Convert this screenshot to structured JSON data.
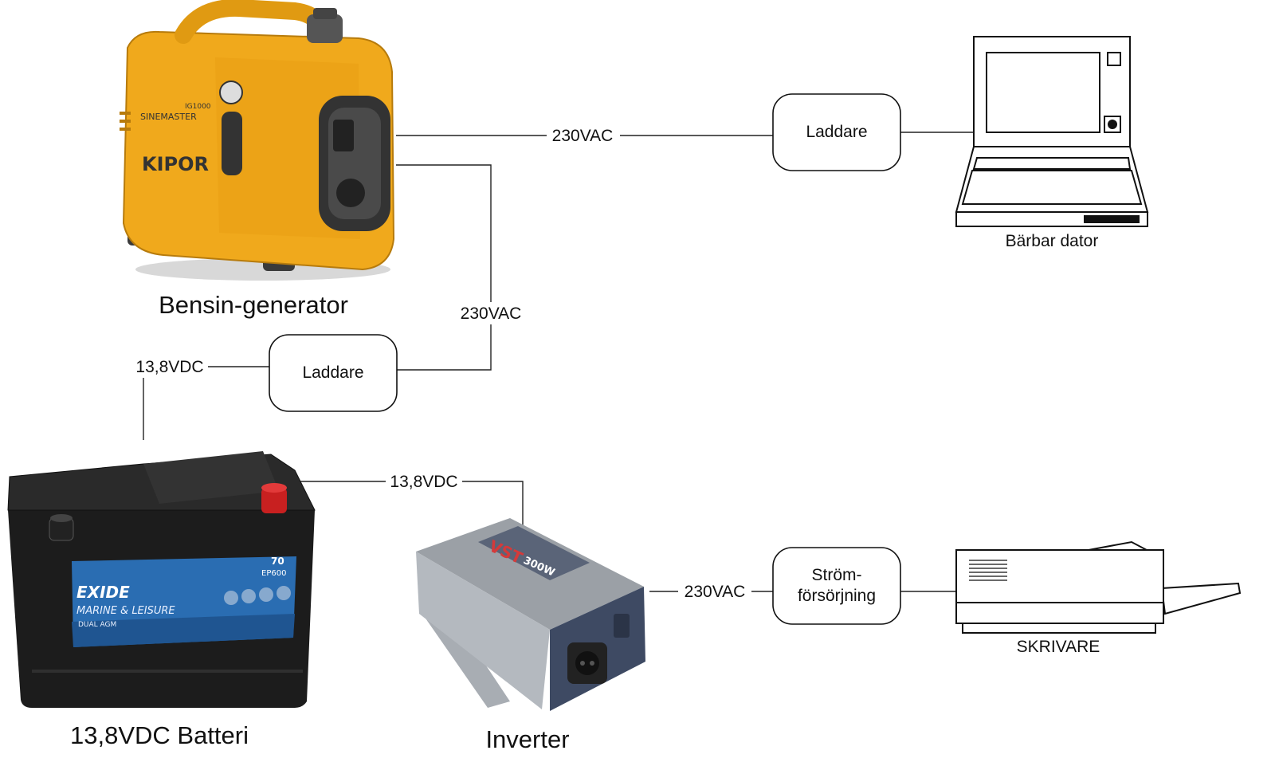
{
  "devices": {
    "generator": {
      "label": "Bensin-generator",
      "brand": "KIPOR",
      "model_text": "IG1000",
      "series_text": "SINEMASTER"
    },
    "battery": {
      "label": "13,8VDC Batteri",
      "brand": "EXIDE",
      "line_text": "MARINE & LEISURE",
      "type_text": "DUAL AGM",
      "model_text": "EP600",
      "capacity_text": "70"
    },
    "inverter": {
      "label": "Inverter",
      "brand": "VST",
      "power_text": "300W"
    },
    "laptop": {
      "label": "Bärbar dator"
    },
    "printer": {
      "label": "SKRIVARE"
    }
  },
  "boxes": {
    "charger_top": {
      "label": "Laddare"
    },
    "charger_left": {
      "label": "Laddare"
    },
    "psu": {
      "line1": "Ström-",
      "line2": "försörjning"
    }
  },
  "wires": {
    "gen_to_laptop": "230VAC",
    "gen_to_charger": "230VAC",
    "charger_to_battery": "13,8VDC",
    "battery_to_inverter": "13,8VDC",
    "inverter_to_printer": "230VAC"
  },
  "colors": {
    "generator_body": "#f0a91c",
    "battery_body": "#1c1c1c",
    "battery_label": "#2a6db2",
    "inverter_body": "#9ba0a6"
  }
}
